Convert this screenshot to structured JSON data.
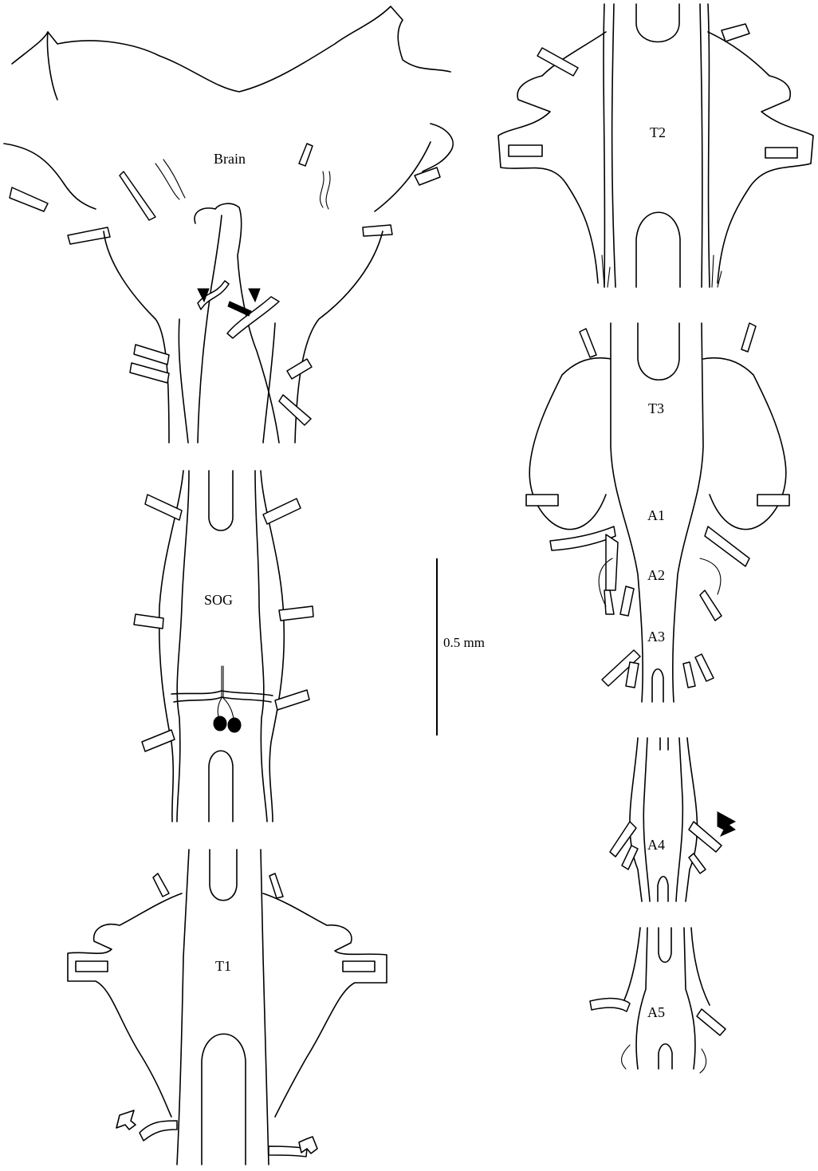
{
  "figure": {
    "labels": {
      "brain": "Brain",
      "sog": "SOG",
      "t1": "T1",
      "t2": "T2",
      "t3": "T3",
      "a1": "A1",
      "a2": "A2",
      "a3": "A3",
      "a4": "A4",
      "a5": "A5"
    },
    "scale_bar": {
      "label": "0.5 mm"
    },
    "colors": {
      "ink": "#000000",
      "background": "#ffffff"
    },
    "markers": {
      "arrowheads": "filled-triangle",
      "a4_arrow": "filled-arrow",
      "t1_arrows": "open-arrow"
    }
  }
}
